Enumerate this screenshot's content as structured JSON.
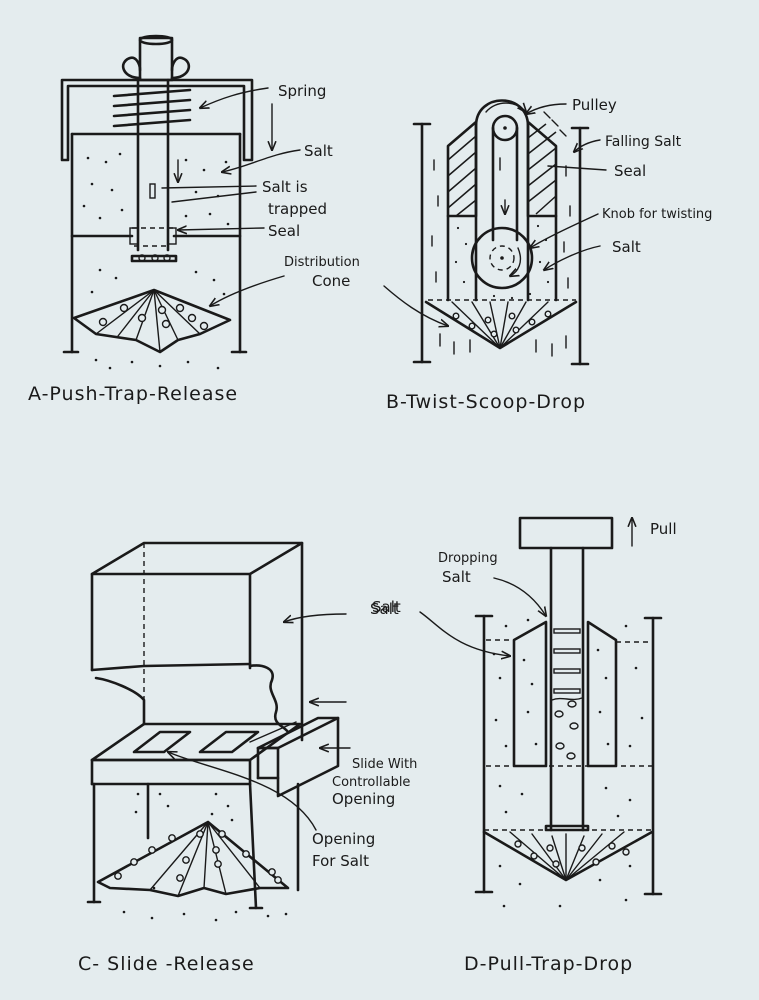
{
  "sheet": {
    "paper_color": "#e4ecee",
    "ink_color": "#1a1a1a"
  },
  "diagrams": [
    {
      "id": "A",
      "caption": "A-Push-Trap-Release",
      "labels": {
        "spring": "Spring",
        "salt": "Salt",
        "salt_trapped_1": "Salt is",
        "salt_trapped_2": "trapped",
        "seal": "Seal",
        "cone_1": "Distribution",
        "cone_2": "Cone"
      }
    },
    {
      "id": "B",
      "caption": "B-Twist-Scoop-Drop",
      "labels": {
        "pulley": "Pulley",
        "falling_salt": "Falling Salt",
        "seal": "Seal",
        "knob": "Knob for twisting",
        "salt": "Salt"
      }
    },
    {
      "id": "C",
      "caption": "C- Slide -Release",
      "labels": {
        "salt": "Salt",
        "slide_1": "Slide With",
        "slide_2": "Controllable",
        "slide_3": "Opening",
        "opening_1": "Opening",
        "opening_2": "For Salt"
      }
    },
    {
      "id": "D",
      "caption": "D-Pull-Trap-Drop",
      "labels": {
        "pull": "Pull",
        "dropping_1": "Dropping",
        "dropping_2": "Salt",
        "salt": "Salt"
      }
    }
  ]
}
